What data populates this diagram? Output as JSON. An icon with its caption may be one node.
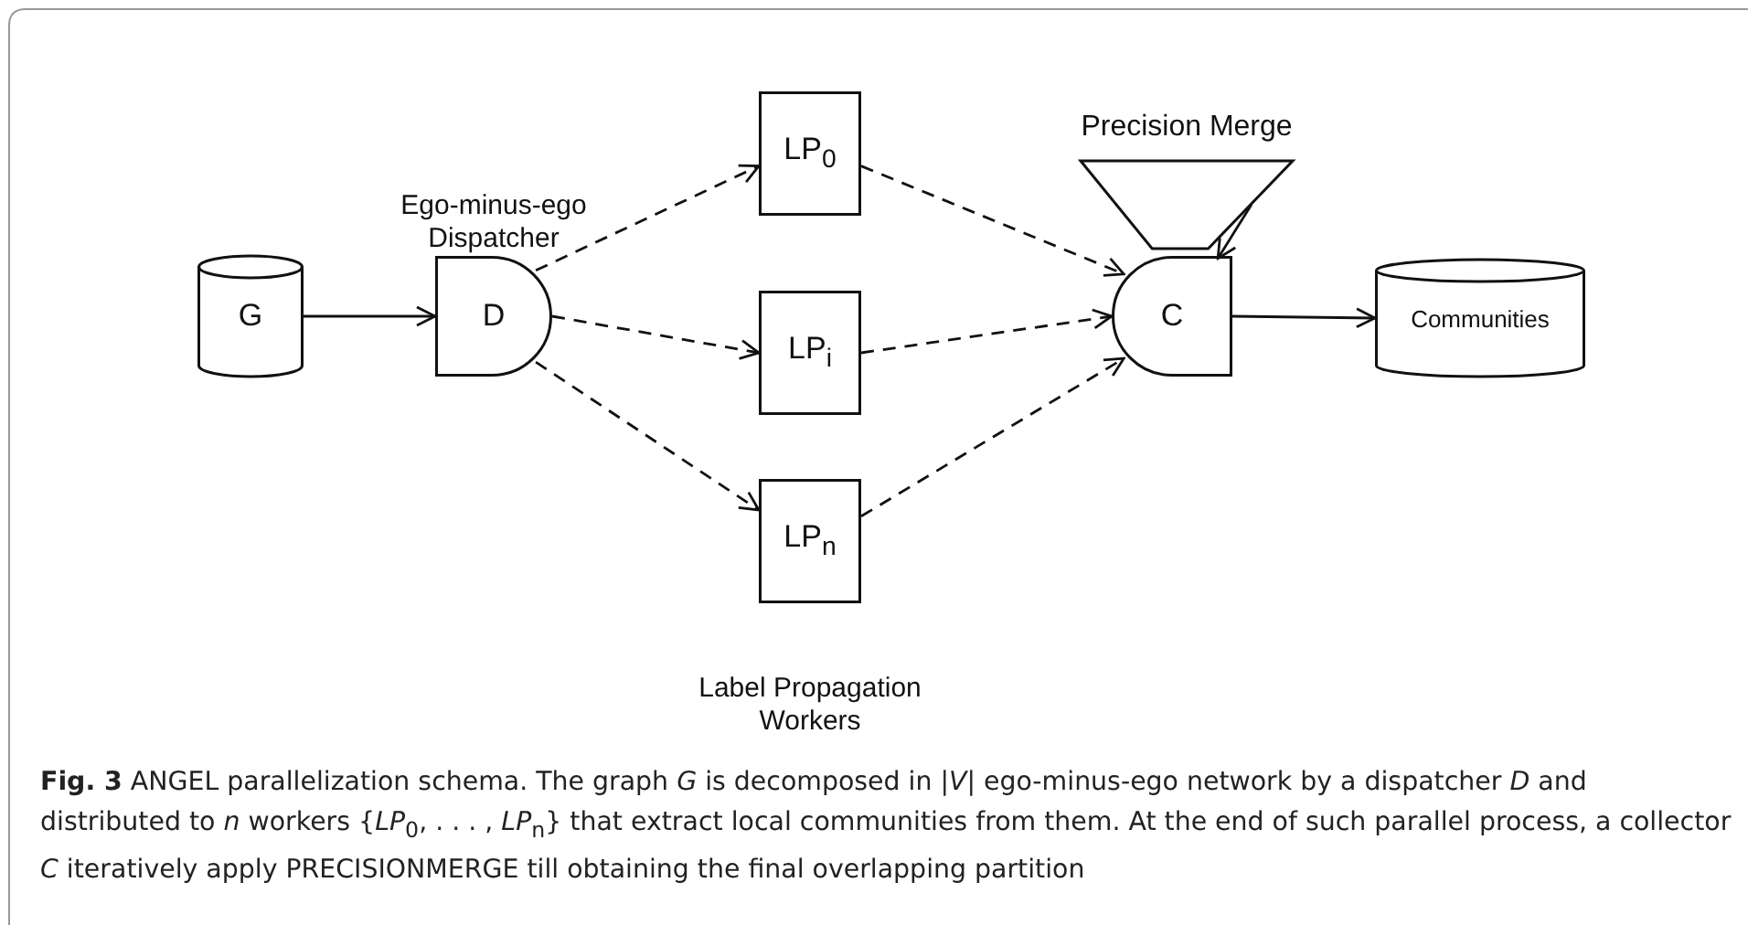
{
  "diagram": {
    "caption": "**Fig. 3** ANGEL parallelization schema. The graph *G* is decomposed in |*V*| ego-minus-ego network by a dispatcher *D* and distributed to *n* workers {*LP*$_{0}$, . . . , *LP*$_{n}$} that extract local communities from them. At the end of such parallel process, a collector *C* iteratively apply PRECISIONMERGE till obtaining the final overlapping partition",
    "nodes": [
      {
        "text": [
          "G"
        ]
      },
      {
        "text": [
          "D"
        ],
        "beside": [
          "Ego-minus-ego Dispatcher"
        ]
      },
      {
        "text": [
          "LP$_{0}$"
        ]
      },
      {
        "text": [
          "LP$_{i}$"
        ]
      },
      {
        "text": [
          "LP$_{n}$"
        ]
      },
      {
        "text": [
          "C"
        ]
      },
      {
        "text": [],
        "shape": "trapezoid",
        "beside": [
          "Precision Merge"
        ]
      },
      {
        "text": [
          "Communities"
        ]
      }
    ],
    "edges": [
      {
        "from": 0,
        "to": 1,
        "arrow": "to"
      },
      {
        "from": 1,
        "to": 2,
        "arrow": "to",
        "style": "dashed"
      },
      {
        "from": 1,
        "to": 3,
        "arrow": "to",
        "style": "dashed"
      },
      {
        "from": 1,
        "to": 4,
        "arrow": "to",
        "style": "dashed"
      },
      {
        "from": 2,
        "to": 5,
        "arrow": "to",
        "style": "dashed"
      },
      {
        "from": 3,
        "to": 5,
        "arrow": "to",
        "style": "dashed"
      },
      {
        "from": 4,
        "to": 5,
        "arrow": "to",
        "style": "dashed"
      },
      {
        "from": 6,
        "to": 5,
        "arrow": "to"
      },
      {
        "from": 5,
        "to": 7,
        "arrow": "to"
      }
    ],
    "labels": [
      "Label Propagation Workers"
    ]
  }
}
